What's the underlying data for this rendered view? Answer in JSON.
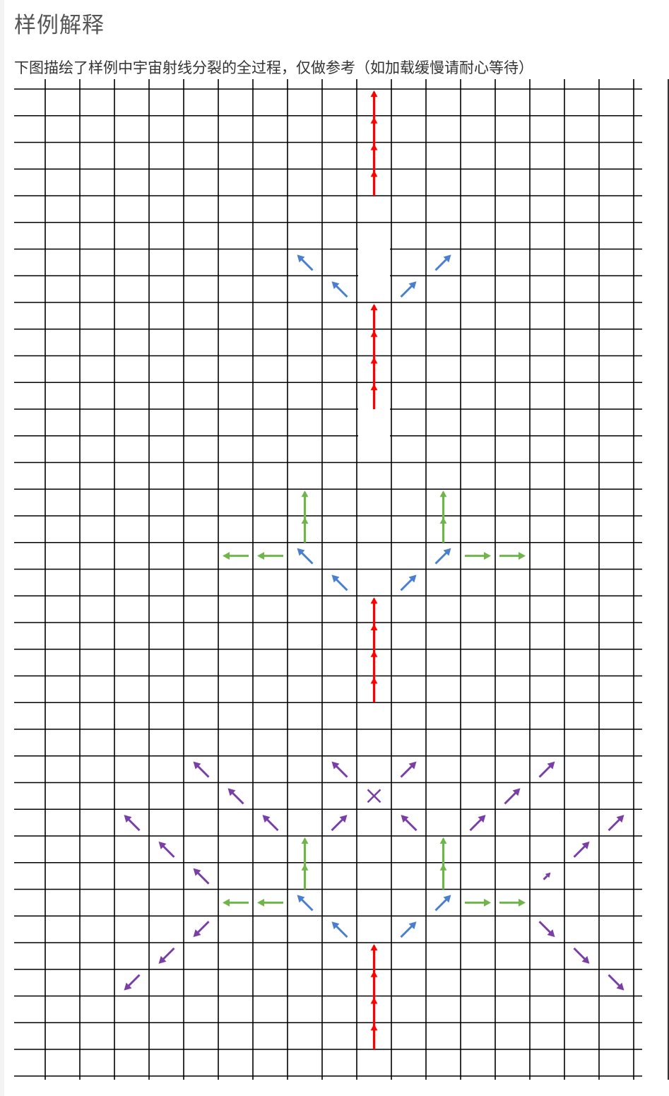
{
  "title": "样例解释",
  "caption": "下图描绘了样例中宇宙射线分裂的全过程，仅做参考（如加载缓慢请耐心等待）",
  "colors": {
    "grid": "#000000",
    "red": "#ff0000",
    "blue": "#4a7fd0",
    "green": "#6eb64a",
    "purple": "#7a3fa6"
  },
  "diagram": {
    "columns": 18,
    "rows": 37,
    "stages": [
      {
        "stage": 1,
        "arrows": [
          {
            "color": "red",
            "dir": "up",
            "col": 9,
            "row": 0,
            "count": 4
          }
        ]
      },
      {
        "stage": 2,
        "arrows": [
          {
            "color": "blue",
            "dir": "up-left",
            "col": 7,
            "row": 6,
            "count": 1
          },
          {
            "color": "blue",
            "dir": "up-left",
            "col": 8,
            "row": 7,
            "count": 1
          },
          {
            "color": "blue",
            "dir": "up-right",
            "col": 11,
            "row": 6,
            "count": 1
          },
          {
            "color": "blue",
            "dir": "up-right",
            "col": 10,
            "row": 7,
            "count": 1
          },
          {
            "color": "red",
            "dir": "up",
            "col": 9,
            "row": 8,
            "count": 4
          }
        ]
      },
      {
        "stage": 3,
        "arrows": [
          {
            "color": "green",
            "dir": "up",
            "col": 7,
            "row": 15,
            "count": 2
          },
          {
            "color": "green",
            "dir": "up",
            "col": 11,
            "row": 15,
            "count": 2
          },
          {
            "color": "green",
            "dir": "left",
            "col": 5,
            "row": 17,
            "count": 1
          },
          {
            "color": "green",
            "dir": "left",
            "col": 6,
            "row": 17,
            "count": 1
          },
          {
            "color": "blue",
            "dir": "up-left",
            "col": 7,
            "row": 17,
            "count": 1
          },
          {
            "color": "blue",
            "dir": "up-right",
            "col": 11,
            "row": 17,
            "count": 1
          },
          {
            "color": "green",
            "dir": "right",
            "col": 12,
            "row": 17,
            "count": 1
          },
          {
            "color": "green",
            "dir": "right",
            "col": 13,
            "row": 17,
            "count": 1
          },
          {
            "color": "blue",
            "dir": "up-left",
            "col": 8,
            "row": 18,
            "count": 1
          },
          {
            "color": "blue",
            "dir": "up-right",
            "col": 10,
            "row": 18,
            "count": 1
          },
          {
            "color": "red",
            "dir": "up",
            "col": 9,
            "row": 19,
            "count": 4
          }
        ]
      },
      {
        "stage": 4,
        "arrows": [
          {
            "color": "purple",
            "dir": "up-left",
            "col": 4,
            "row": 25,
            "count": 1
          },
          {
            "color": "purple",
            "dir": "up-left",
            "col": 8,
            "row": 25,
            "count": 1
          },
          {
            "color": "purple",
            "dir": "up-right",
            "col": 10,
            "row": 25,
            "count": 1
          },
          {
            "color": "purple",
            "dir": "up-right",
            "col": 14,
            "row": 25,
            "count": 1
          },
          {
            "color": "purple",
            "dir": "up-left",
            "col": 5,
            "row": 26,
            "count": 1
          },
          {
            "color": "purple",
            "dir": "cross",
            "col": 9,
            "row": 26,
            "count": 1
          },
          {
            "color": "purple",
            "dir": "up-right",
            "col": 13,
            "row": 26,
            "count": 1
          },
          {
            "color": "purple",
            "dir": "up-left",
            "col": 2,
            "row": 27,
            "count": 1
          },
          {
            "color": "purple",
            "dir": "up-left",
            "col": 6,
            "row": 27,
            "count": 1
          },
          {
            "color": "purple",
            "dir": "up-right",
            "col": 8,
            "row": 27,
            "count": 1
          },
          {
            "color": "purple",
            "dir": "up-left",
            "col": 10,
            "row": 27,
            "count": 1
          },
          {
            "color": "purple",
            "dir": "up-right",
            "col": 12,
            "row": 27,
            "count": 1
          },
          {
            "color": "purple",
            "dir": "up-right",
            "col": 16,
            "row": 27,
            "count": 1
          },
          {
            "color": "purple",
            "dir": "up-left",
            "col": 3,
            "row": 28,
            "count": 1
          },
          {
            "color": "green",
            "dir": "up",
            "col": 7,
            "row": 28,
            "count": 2
          },
          {
            "color": "green",
            "dir": "up",
            "col": 11,
            "row": 28,
            "count": 2
          },
          {
            "color": "purple",
            "dir": "up-right",
            "col": 15,
            "row": 28,
            "count": 1
          },
          {
            "color": "purple",
            "dir": "up-left",
            "col": 4,
            "row": 29,
            "count": 1
          },
          {
            "color": "purple",
            "dir": "up-right-small",
            "col": 14,
            "row": 29,
            "count": 1
          },
          {
            "color": "green",
            "dir": "left",
            "col": 5,
            "row": 30,
            "count": 1
          },
          {
            "color": "green",
            "dir": "left",
            "col": 6,
            "row": 30,
            "count": 1
          },
          {
            "color": "blue",
            "dir": "up-left",
            "col": 7,
            "row": 30,
            "count": 1
          },
          {
            "color": "blue",
            "dir": "up-right",
            "col": 11,
            "row": 30,
            "count": 1
          },
          {
            "color": "green",
            "dir": "right",
            "col": 12,
            "row": 30,
            "count": 1
          },
          {
            "color": "green",
            "dir": "right",
            "col": 13,
            "row": 30,
            "count": 1
          },
          {
            "color": "purple",
            "dir": "down-left",
            "col": 4,
            "row": 31,
            "count": 1
          },
          {
            "color": "blue",
            "dir": "up-left",
            "col": 8,
            "row": 31,
            "count": 1
          },
          {
            "color": "blue",
            "dir": "up-right",
            "col": 10,
            "row": 31,
            "count": 1
          },
          {
            "color": "purple",
            "dir": "down-right",
            "col": 14,
            "row": 31,
            "count": 1
          },
          {
            "color": "purple",
            "dir": "down-left",
            "col": 3,
            "row": 32,
            "count": 1
          },
          {
            "color": "purple",
            "dir": "down-right",
            "col": 15,
            "row": 32,
            "count": 1
          },
          {
            "color": "purple",
            "dir": "down-left",
            "col": 2,
            "row": 33,
            "count": 1
          },
          {
            "color": "purple",
            "dir": "down-right",
            "col": 16,
            "row": 33,
            "count": 1
          },
          {
            "color": "red",
            "dir": "up",
            "col": 9,
            "row": 32,
            "count": 4
          }
        ]
      }
    ]
  }
}
